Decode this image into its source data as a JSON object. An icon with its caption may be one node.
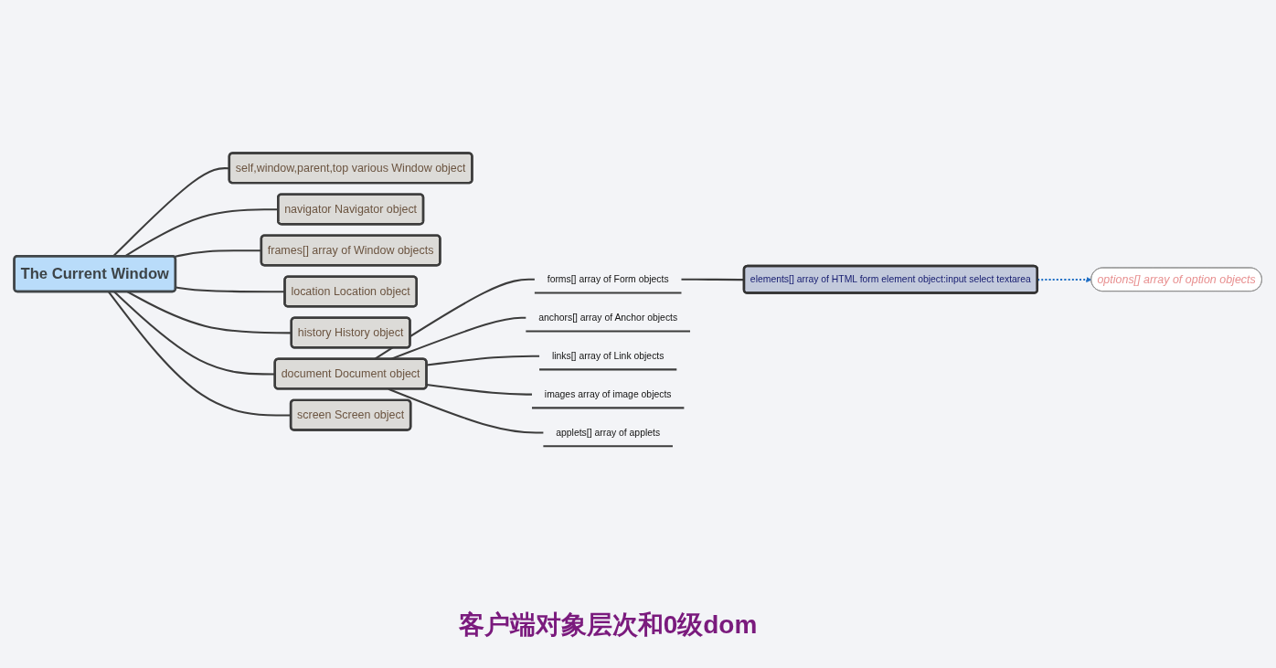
{
  "diagram": {
    "caption": "客户端对象层次和0级dom",
    "nodes": [
      {
        "text": [
          "The Current Window"
        ]
      },
      {
        "text": [
          "self,window,parent,top various Window object"
        ]
      },
      {
        "text": [
          "navigator Navigator object"
        ]
      },
      {
        "text": [
          "frames[] array of Window objects"
        ]
      },
      {
        "text": [
          "location Location object"
        ]
      },
      {
        "text": [
          "history History object"
        ]
      },
      {
        "text": [
          "document Document object"
        ]
      },
      {
        "text": [
          "forms[] array of Form objects"
        ]
      },
      {
        "text": [
          "elements[] array of HTML form element object:input select textarea"
        ]
      },
      {
        "text": [
          "options[] array of option objects"
        ]
      },
      {
        "text": [
          "anchors[] array of Anchor objects"
        ]
      },
      {
        "text": [
          "links[] array of Link objects"
        ]
      },
      {
        "text": [
          "images array of image objects"
        ]
      },
      {
        "text": [
          "applets[] array of applets"
        ]
      },
      {
        "text": [
          "screen Screen object"
        ]
      }
    ],
    "edges": [
      {
        "from": 0,
        "to": 1,
        "arrow": "none"
      },
      {
        "from": 0,
        "to": 2,
        "arrow": "none"
      },
      {
        "from": 0,
        "to": 3,
        "arrow": "none"
      },
      {
        "from": 0,
        "to": 4,
        "arrow": "none"
      },
      {
        "from": 0,
        "to": 5,
        "arrow": "none"
      },
      {
        "from": 0,
        "to": 6,
        "arrow": "none"
      },
      {
        "from": 6,
        "to": 7,
        "arrow": "none"
      },
      {
        "from": 7,
        "to": 8,
        "arrow": "none"
      },
      {
        "from": 8,
        "to": 9,
        "arrow": "to",
        "style": "dashed",
        "color": "#1f6fc5"
      },
      {
        "from": 6,
        "to": 10,
        "arrow": "none"
      },
      {
        "from": 6,
        "to": 11,
        "arrow": "none"
      },
      {
        "from": 6,
        "to": 12,
        "arrow": "none"
      },
      {
        "from": 6,
        "to": 13,
        "arrow": "none"
      },
      {
        "from": 0,
        "to": 14,
        "arrow": "none"
      }
    ]
  }
}
